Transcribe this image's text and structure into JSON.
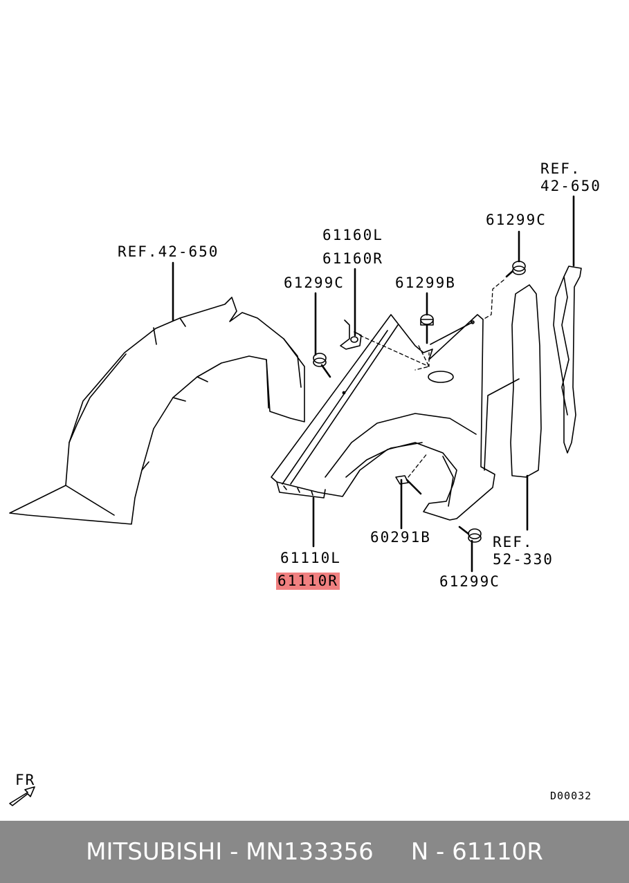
{
  "labels": {
    "ref_splash_top": "REF.\n42-650",
    "ref_liner": "REF.42-650",
    "bracket_l": "61160L",
    "bracket_r": "61160R",
    "bolt_left": "61299C",
    "bolt_mid": "61299B",
    "bolt_top_right": "61299C",
    "fender_l": "61110L",
    "fender_r": "61110R",
    "clip": "60291B",
    "bolt_bottom": "61299C",
    "ref_seal": "REF.\n52-330",
    "fr": "FR",
    "diagram_code": "D00032"
  },
  "highlight_color": "#f08080",
  "footer": {
    "text": "MITSUBISHI - MN133356     N - 61110R",
    "background": "#898989"
  }
}
